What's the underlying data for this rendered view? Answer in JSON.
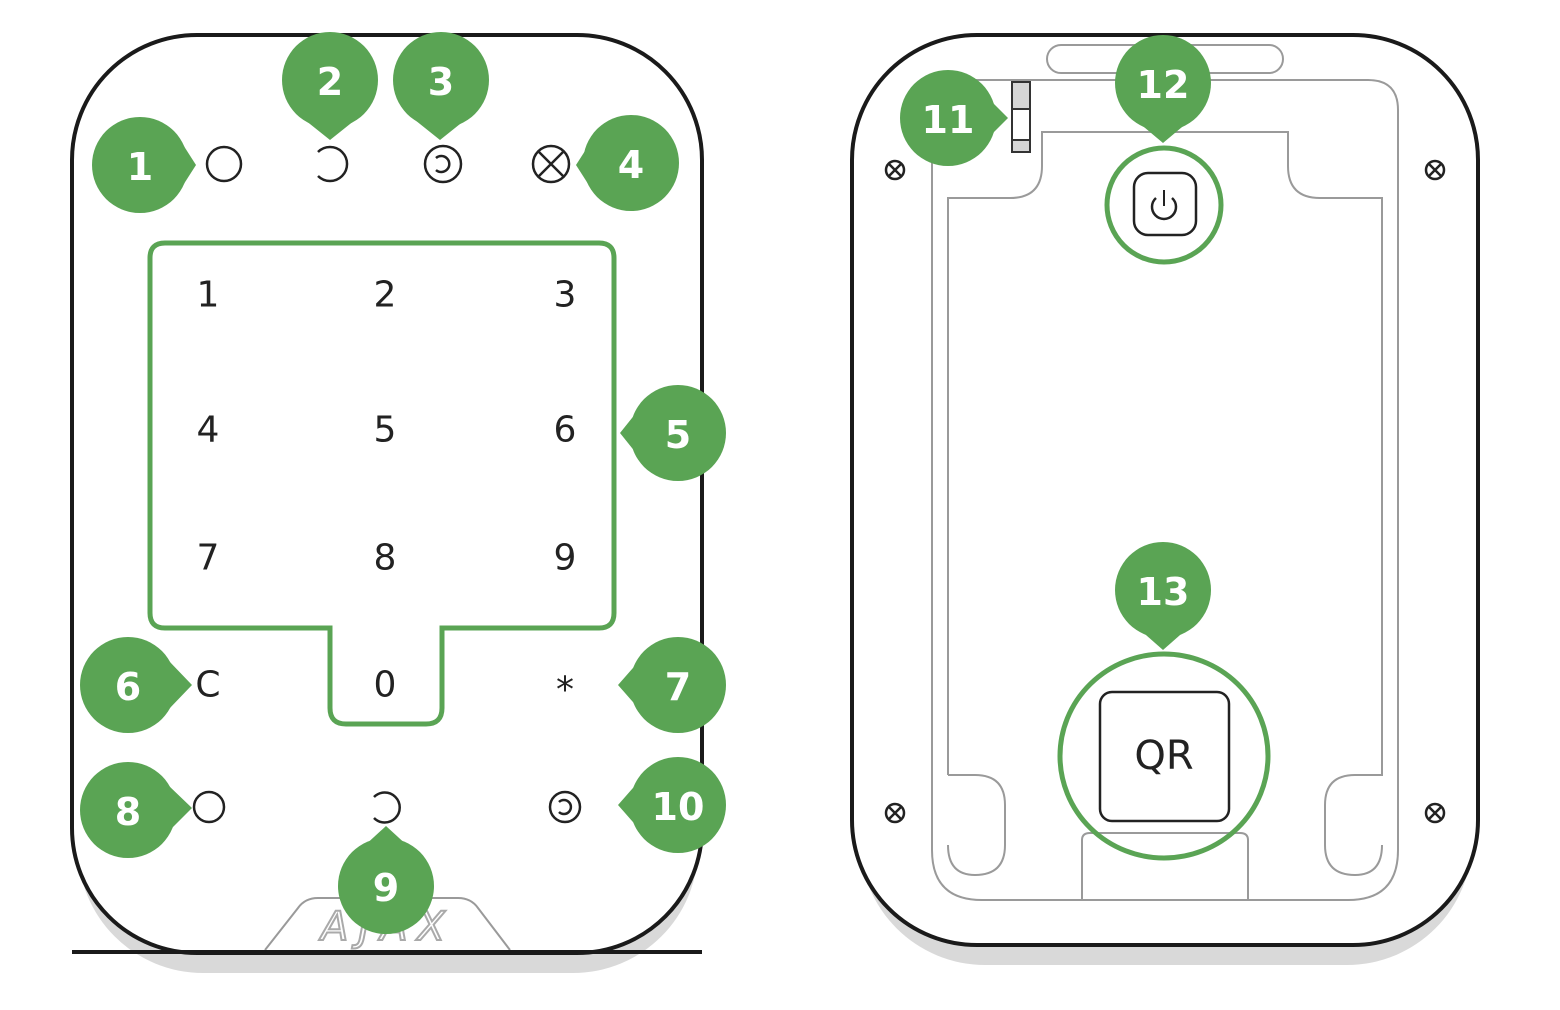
{
  "colors": {
    "accent": "#5aa454",
    "outline": "#1a1a1a",
    "detail": "#9a9a9a"
  },
  "front": {
    "keys": [
      "1",
      "2",
      "3",
      "4",
      "5",
      "6",
      "7",
      "8",
      "9",
      "0"
    ],
    "clear_key": "C",
    "function_key": "*",
    "logo": "AJAX",
    "top_icons": [
      "circle-icon",
      "arc-icon",
      "target-icon",
      "cross-circle-icon"
    ],
    "bottom_icons": [
      "circle-icon",
      "arc-icon",
      "target-icon"
    ]
  },
  "back": {
    "qr_label": "QR",
    "power_icon": "power-icon"
  },
  "callouts": [
    "1",
    "2",
    "3",
    "4",
    "5",
    "6",
    "7",
    "8",
    "9",
    "10",
    "11",
    "12",
    "13"
  ]
}
